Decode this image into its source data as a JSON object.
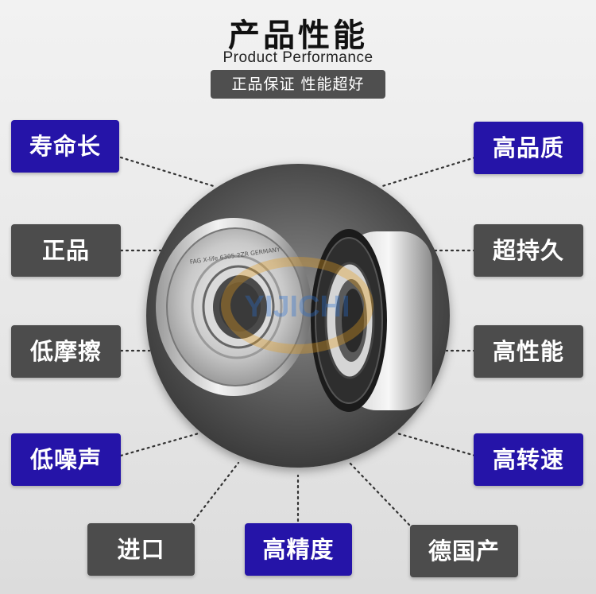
{
  "header": {
    "title": "产品性能",
    "subtitle": "Product  Performance",
    "banner": "正品保证 性能超好"
  },
  "product": {
    "bearing_marking": "FAG  X-life  6305.2ZR  GERMANY",
    "watermark": "YIJICHI"
  },
  "features": {
    "left": [
      "寿命长",
      "正品",
      "低摩擦",
      "低噪声"
    ],
    "right": [
      "高品质",
      "超持久",
      "高性能",
      "高转速"
    ],
    "bottom": [
      "进口",
      "高精度",
      "德国产"
    ]
  },
  "colors": {
    "accent_blue": "#2514a8",
    "label_gray": "#4c4c4c",
    "banner_gray": "#4f4f4f"
  }
}
